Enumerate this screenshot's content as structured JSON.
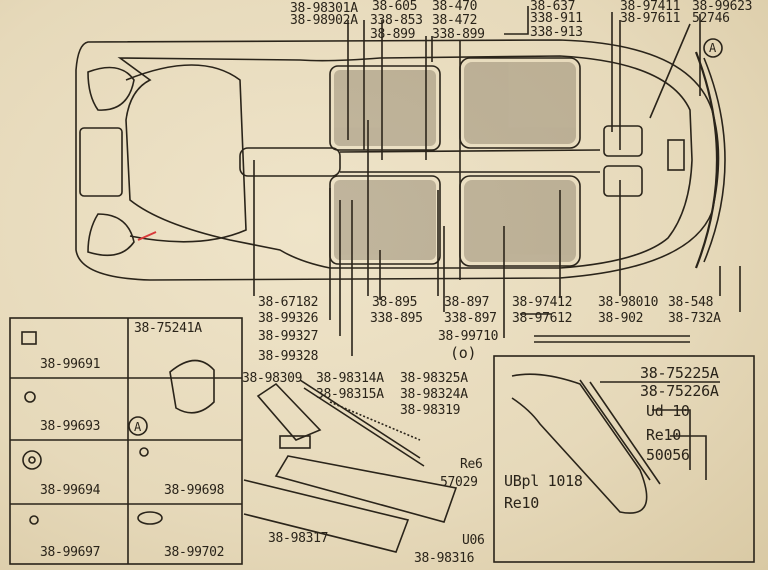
{
  "top_labels": {
    "col1a": "38-98301A",
    "col1b": "38-98902A",
    "col2a": "38-605",
    "col2b": "338-853",
    "col2c": "38-899",
    "col3a": "38-470",
    "col3b": "38-472",
    "col3c": "338-899",
    "col4a": "38-637",
    "col4b": "338-911",
    "col4c": "338-913",
    "col5a": "38-97411",
    "col5b": "38-97611",
    "col6a": "38-99623",
    "col6b": "52746",
    "circleA": "A"
  },
  "bottom_labels": {
    "b1a": "38-67182",
    "b1b": "38-99326",
    "b1c": "38-99327",
    "b1d": "38-99328",
    "b2a": "38-895",
    "b2b": "338-895",
    "b3a": "38-897",
    "b3b": "338-897",
    "b3c": "38-99710",
    "b4a": "38-97412",
    "b4b": "38-97612",
    "b5a": "38-98010",
    "b5b": "38-902",
    "b6a": "38-548",
    "b6b": "38-732A",
    "marker": "(о)"
  },
  "parts_grid": {
    "c1": "38-99691",
    "c2": "38-99693",
    "c3": "38-99694",
    "c4": "38-99697",
    "c5": "38-99698",
    "c6": "38-99702",
    "c7": "38-75241A",
    "circleA": "A"
  },
  "floor_kit": {
    "l1": "38-98309",
    "l2a": "38-98314A",
    "l2b": "38-98315A",
    "l3a": "38-98325A",
    "l3b": "38-98324A",
    "l4": "38-98319",
    "l5": "Re6",
    "l6": "57029",
    "l7": "38-98317",
    "l8": "U06",
    "l9": "38-98316"
  },
  "bumper_kit": {
    "a": "38-75225A",
    "b": "38-75226A",
    "c": "Ud 10",
    "d": "Re10",
    "e": "50056",
    "f": "UBpl 1018",
    "g": "Re10"
  }
}
